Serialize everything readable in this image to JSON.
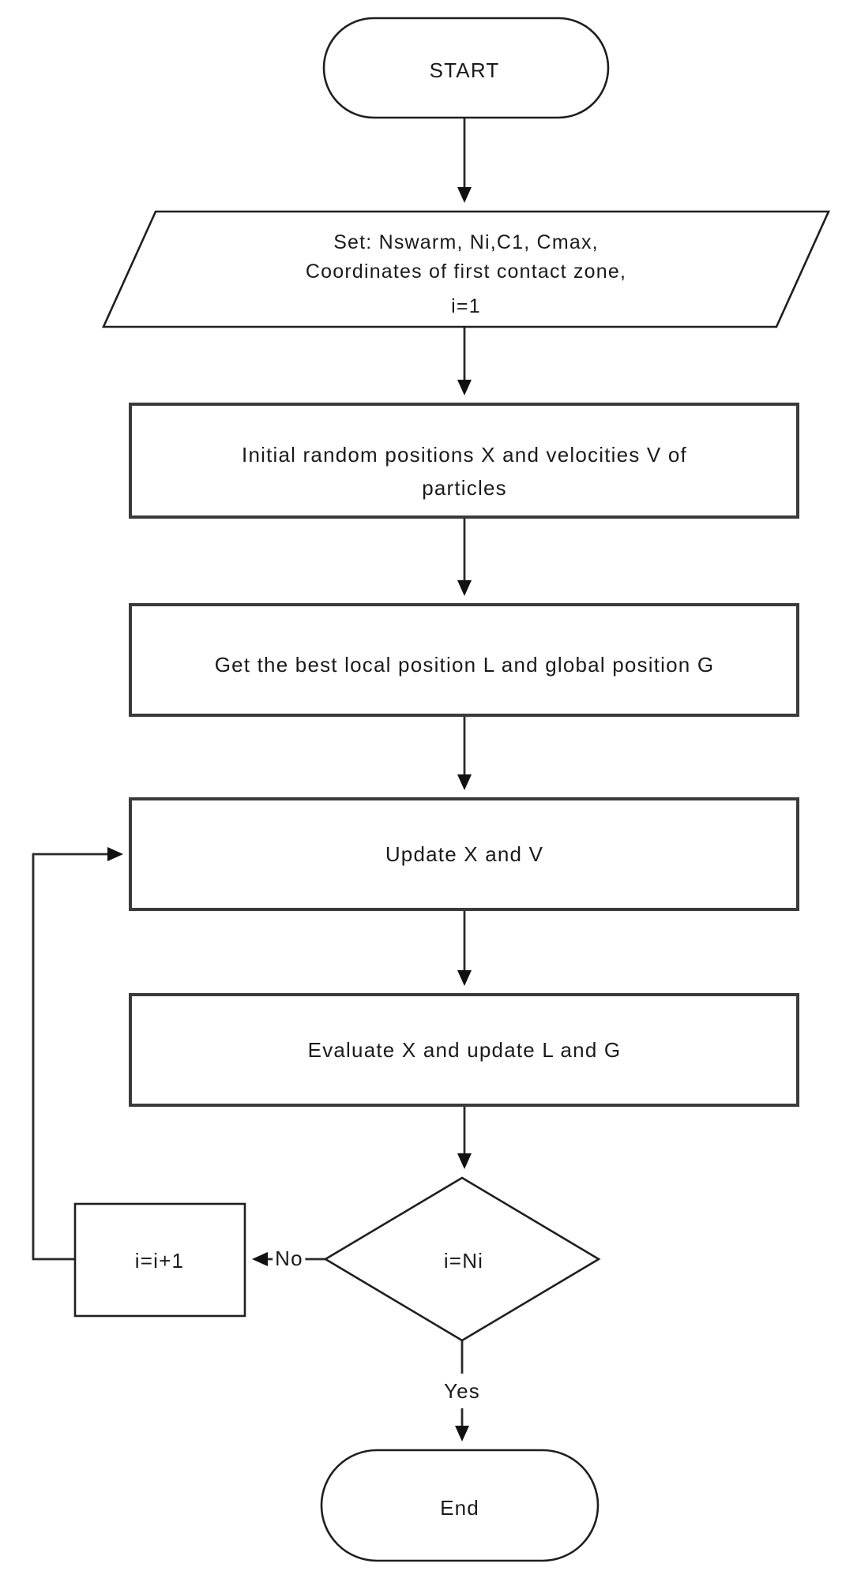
{
  "page": {
    "background_color": "#ffffff",
    "stroke_color": "#2a2a2a",
    "rect_stroke_color": "#3a3a3a",
    "text_color": "#1a1a1a"
  },
  "flowchart": {
    "type": "flowchart",
    "nodes": {
      "start": {
        "shape": "stadium",
        "label": "START"
      },
      "set_params": {
        "shape": "parallelogram",
        "lines": [
          "Set:  Nswarm, Ni,C1,  Cmax,",
          "Coordinates of first contact zone,",
          "i=1"
        ]
      },
      "init_particles": {
        "shape": "rectangle",
        "lines": [
          "Initial random positions X and velocities V of",
          "particles"
        ]
      },
      "best_positions": {
        "shape": "rectangle",
        "label": "Get the best local position L and global position G"
      },
      "update_xv": {
        "shape": "rectangle",
        "label": "Update X and V"
      },
      "evaluate_x": {
        "shape": "rectangle",
        "label": "Evaluate X and update L and G"
      },
      "iteration_check": {
        "shape": "diamond",
        "label": "i=Ni"
      },
      "increment": {
        "shape": "rectangle",
        "label": "i=i+1"
      },
      "end": {
        "shape": "stadium",
        "label": "End"
      }
    },
    "edge_labels": {
      "no": "No",
      "yes": "Yes"
    }
  }
}
